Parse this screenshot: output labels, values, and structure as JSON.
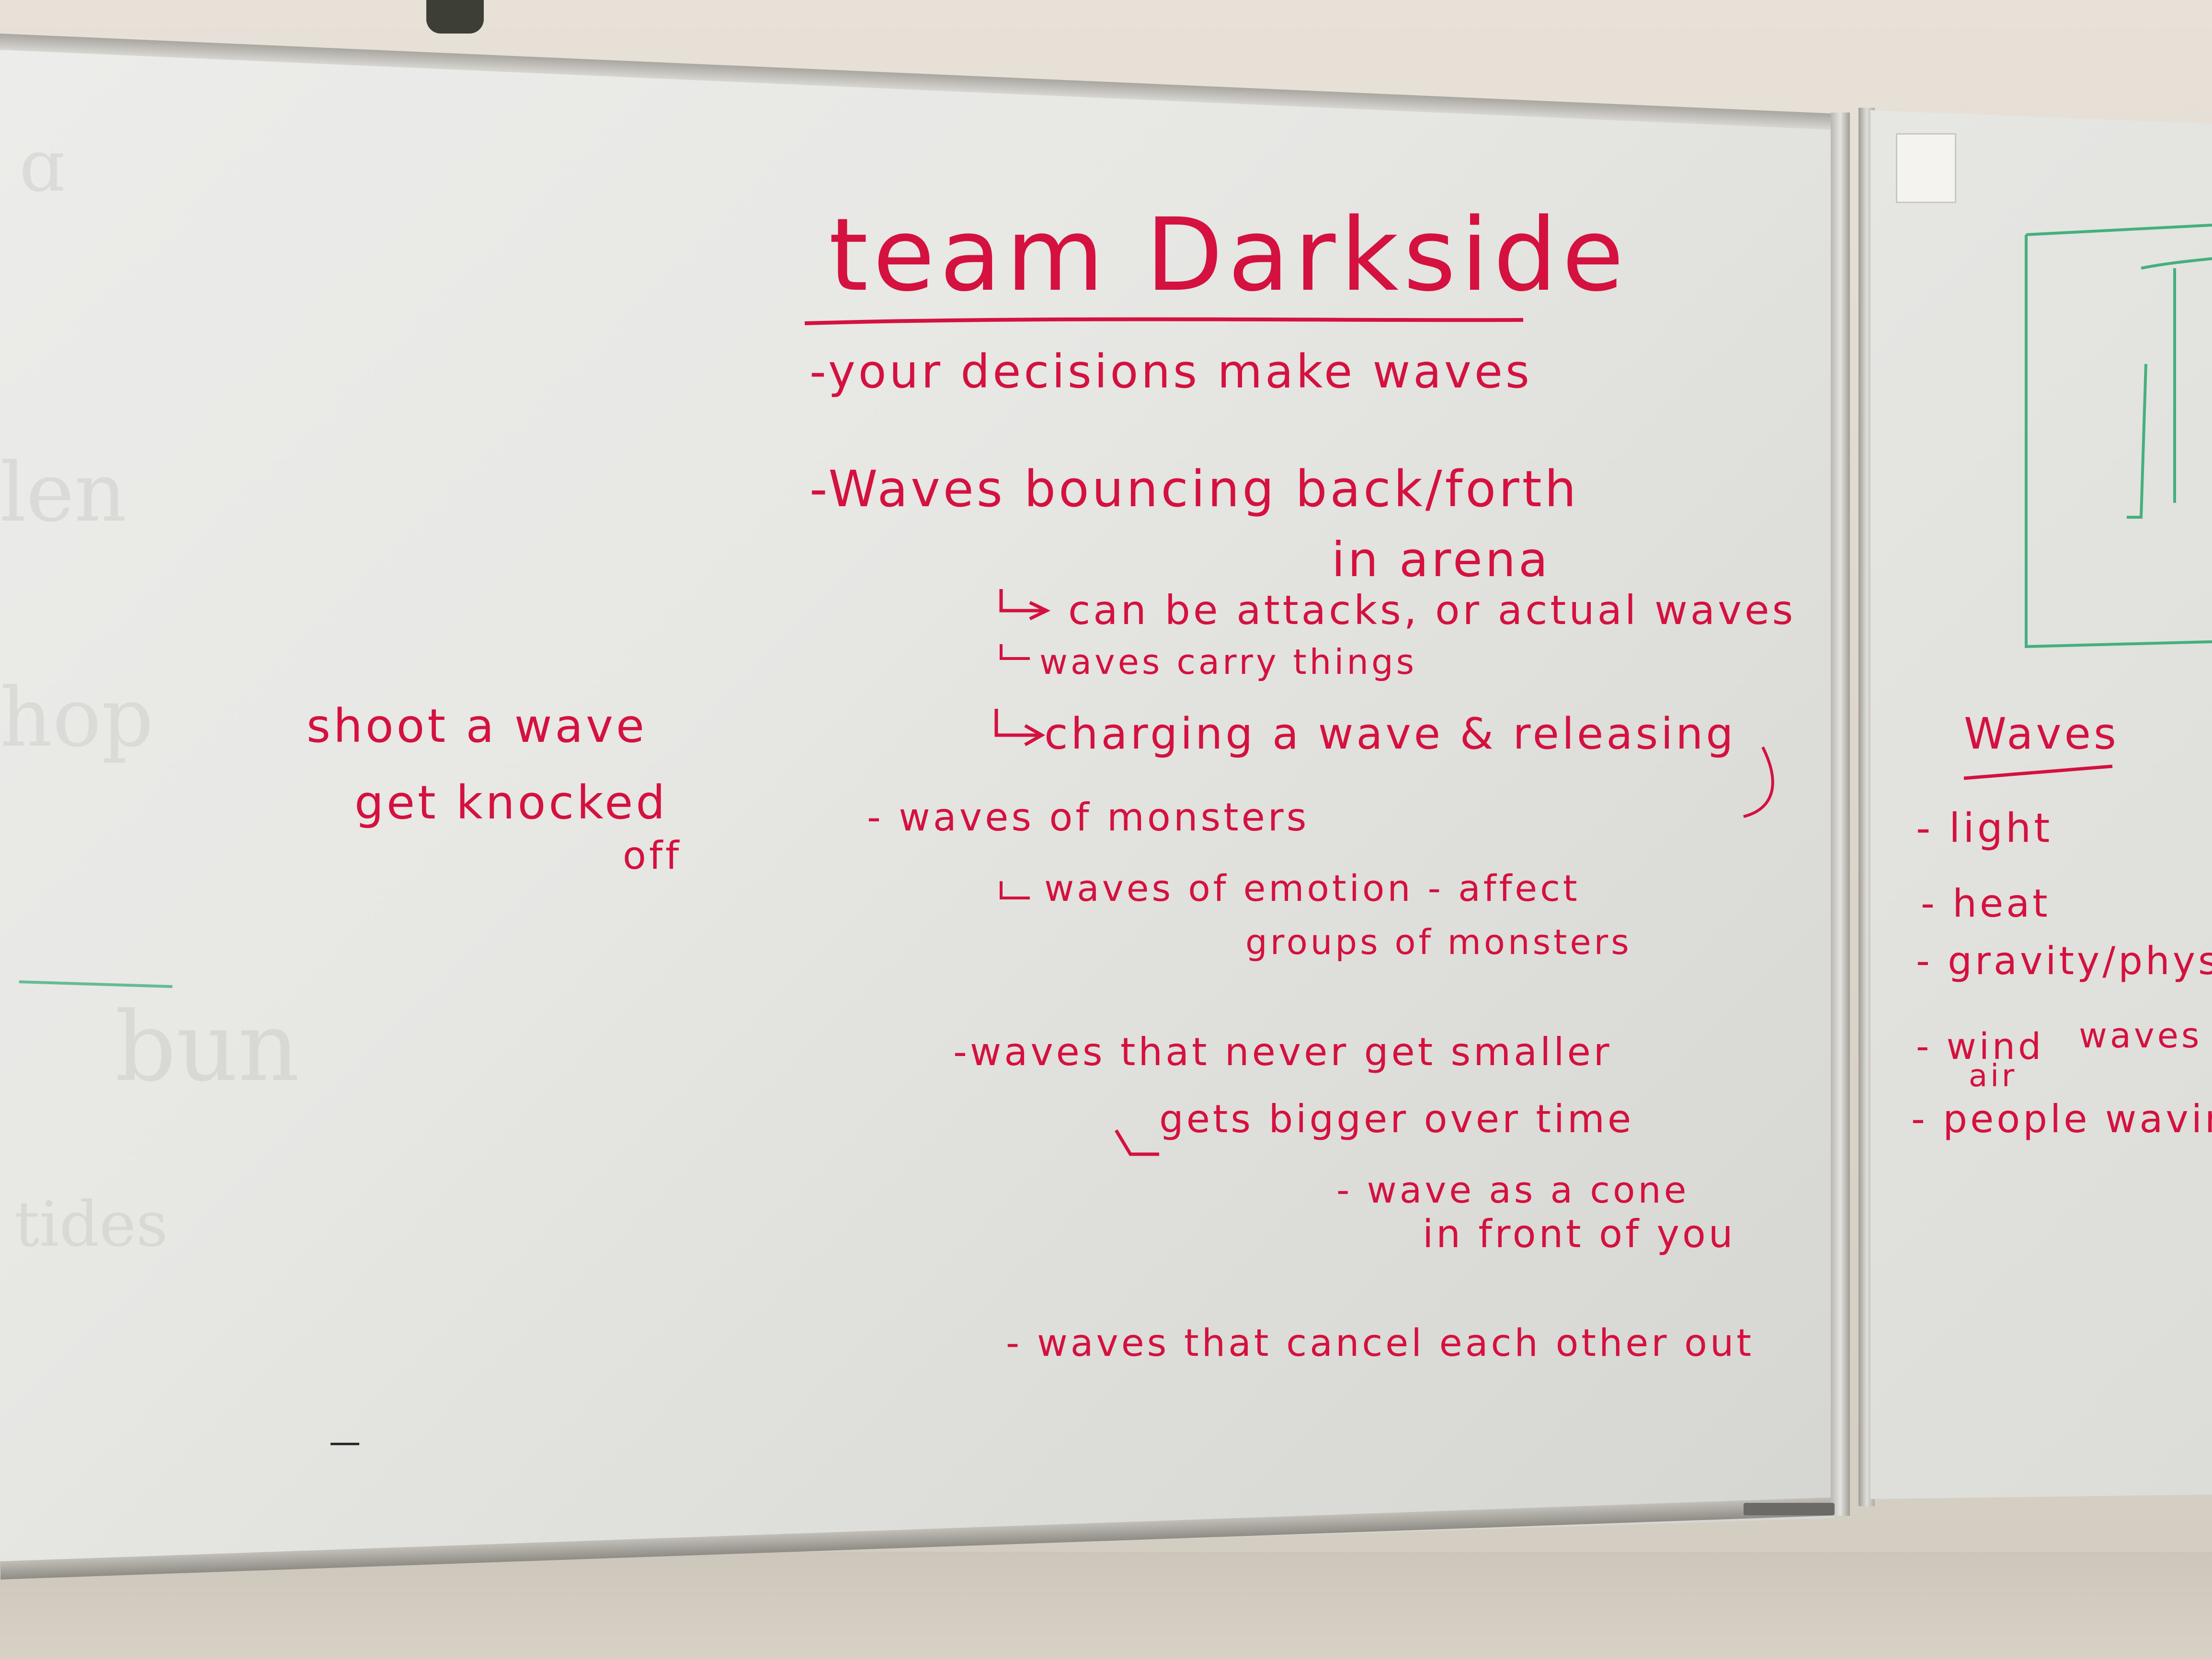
{
  "board": {
    "title": "team Darkside",
    "notes": [
      "-your decisions make waves",
      "-Waves bouncing back/forth",
      "in arena",
      "can be attacks, or actual waves",
      "waves carry things",
      "charging a wave & releasing",
      "- waves of monsters",
      "waves of emotion - affect",
      "groups of monsters",
      "-waves that never get smaller",
      "gets bigger over time",
      "- wave as a cone",
      "in front of you",
      "- waves that cancel each other out"
    ],
    "side_notes": [
      "shoot a wave",
      "get knocked",
      "off"
    ]
  },
  "right_board": {
    "heading": "Waves",
    "items": [
      "- light",
      "- heat",
      "- gravity/phys",
      "- wind",
      "air",
      "waves",
      "- people waving"
    ]
  },
  "colors": {
    "marker_red": "#d4113f",
    "marker_green": "#44b07e",
    "board_white": "#e8e8e5",
    "frame_gray": "#9d9a94",
    "wall": "#ddd6cc"
  }
}
